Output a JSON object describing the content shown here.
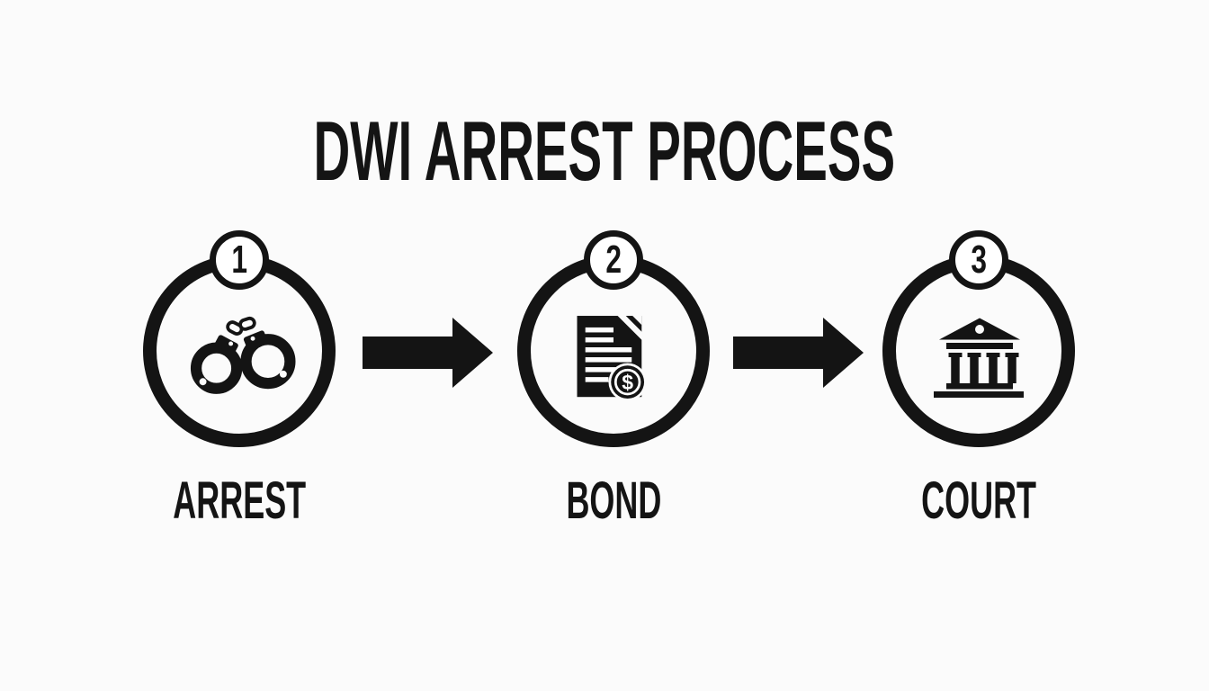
{
  "title": "DWI ARREST PROCESS",
  "colors": {
    "background": "#fbfbfb",
    "ink": "#141414",
    "badge_fill": "#ffffff"
  },
  "steps": [
    {
      "number": "1",
      "label": "ARREST",
      "icon": "handcuffs-icon"
    },
    {
      "number": "2",
      "label": "BOND",
      "icon": "bond-document-dollar-icon"
    },
    {
      "number": "3",
      "label": "COURT",
      "icon": "courthouse-icon"
    }
  ],
  "connectors": [
    {
      "icon": "arrow-right-icon"
    },
    {
      "icon": "arrow-right-icon"
    }
  ]
}
